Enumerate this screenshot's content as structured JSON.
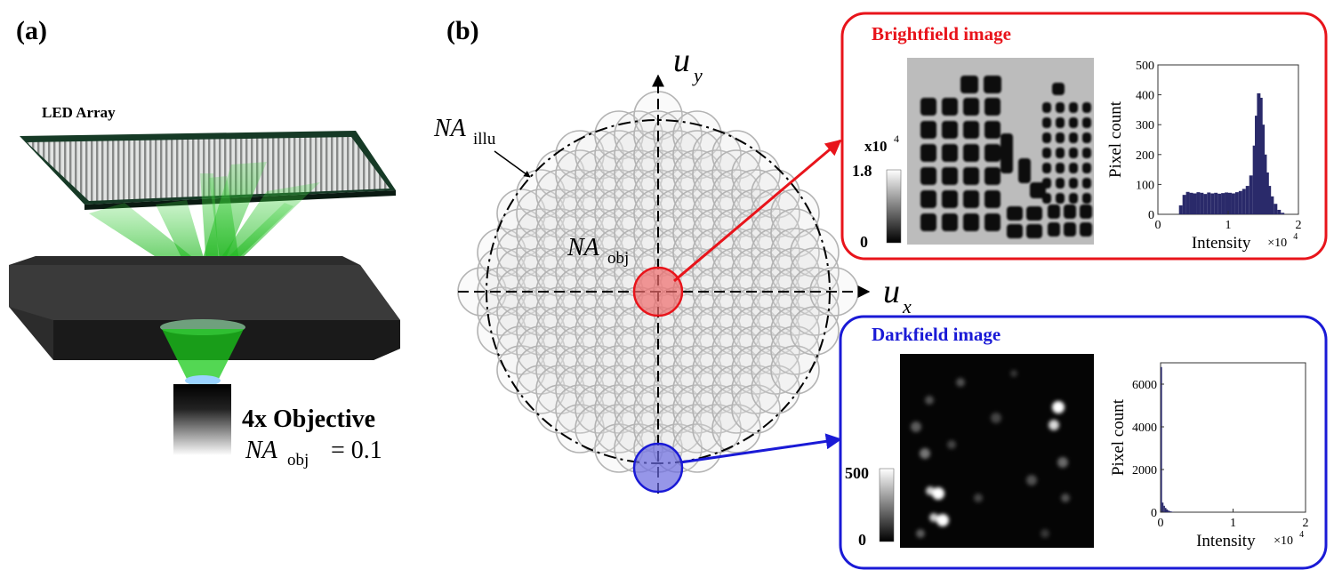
{
  "panel_a": {
    "label": "(a)",
    "led_label": "LED Array",
    "objective_title": "4x Objective",
    "na_obj_var": "NA",
    "na_obj_sub": "obj",
    "na_obj_eq": "= 0.1"
  },
  "panel_b": {
    "label": "(b)",
    "axis_uy_var": "u",
    "axis_uy_sub": "y",
    "axis_ux_var": "u",
    "axis_ux_sub": "x",
    "na_illu_var": "NA",
    "na_illu_sub": "illu",
    "na_obj_var": "NA",
    "na_obj_sub": "obj"
  },
  "brightfield": {
    "title": "Brightfield image",
    "colorbar_unit": "x10",
    "colorbar_exp": "4",
    "colorbar_max": "1.8",
    "colorbar_min": "0",
    "accent": "#e8141b"
  },
  "darkfield": {
    "title": "Darkfield image",
    "colorbar_max": "500",
    "colorbar_min": "0",
    "accent": "#1a1ad6"
  },
  "chart_data": [
    {
      "type": "bar",
      "name": "brightfield-histogram",
      "xlabel": "Intensity",
      "xlabel_multiplier": "×10",
      "xlabel_multiplier_exp": "4",
      "ylabel": "Pixel count",
      "xlim": [
        0,
        2
      ],
      "ylim": [
        0,
        500
      ],
      "xticks": [
        "0",
        "1",
        "2"
      ],
      "yticks": [
        "0",
        "100",
        "200",
        "300",
        "400",
        "500"
      ],
      "bar_color": "#2a2a6a",
      "x": [
        0.3,
        0.35,
        0.4,
        0.45,
        0.5,
        0.55,
        0.6,
        0.65,
        0.7,
        0.75,
        0.8,
        0.85,
        0.9,
        0.95,
        1.0,
        1.05,
        1.1,
        1.15,
        1.2,
        1.25,
        1.3,
        1.35,
        1.38,
        1.41,
        1.44,
        1.47,
        1.5,
        1.53,
        1.56,
        1.6,
        1.65,
        1.7,
        1.75
      ],
      "values": [
        30,
        65,
        75,
        72,
        70,
        74,
        72,
        68,
        73,
        70,
        72,
        69,
        71,
        73,
        72,
        70,
        74,
        78,
        85,
        95,
        130,
        230,
        330,
        405,
        390,
        300,
        200,
        140,
        95,
        60,
        35,
        15,
        5
      ]
    },
    {
      "type": "bar",
      "name": "darkfield-histogram",
      "xlabel": "Intensity",
      "xlabel_multiplier": "×10",
      "xlabel_multiplier_exp": "4",
      "ylabel": "Pixel count",
      "xlim": [
        0,
        2
      ],
      "ylim": [
        0,
        7000
      ],
      "xticks": [
        "0",
        "1",
        "2"
      ],
      "yticks": [
        "0",
        "2000",
        "4000",
        "6000"
      ],
      "bar_color": "#2a2a6a",
      "x": [
        0.0,
        0.02,
        0.04,
        0.06,
        0.08,
        0.1,
        0.12,
        0.14,
        0.16
      ],
      "values": [
        6800,
        450,
        300,
        200,
        130,
        80,
        50,
        30,
        15
      ]
    }
  ]
}
